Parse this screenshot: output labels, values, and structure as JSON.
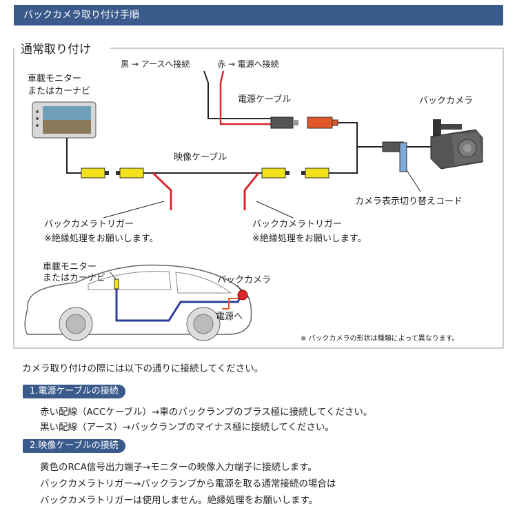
{
  "header": {
    "title": "バックカメラ取り付け手順"
  },
  "diagram": {
    "section_title": "通常取り付け",
    "monitor_label_1": "車載モニター",
    "monitor_label_2": "またはカーナビ",
    "wire_ground": "黒 → アースへ接続",
    "wire_power": "赤 → 電源へ接続",
    "power_cable": "電源ケーブル",
    "back_camera": "バックカメラ",
    "video_cable": "映像ケーブル",
    "switch_cord": "カメラ表示切り替えコード",
    "trigger_left_1": "バックカメラトリガー",
    "trigger_left_2": "※絶縁処理をお願いします。",
    "trigger_right_1": "バックカメラトリガー",
    "trigger_right_2": "※絶縁処理をお願いします。",
    "car_monitor_1": "車載モニター",
    "car_monitor_2": "またはカーナビ",
    "car_camera": "バックカメラ",
    "car_power": "電源へ",
    "note": "※ バックカメラの形状は種類によって異なります。"
  },
  "intro": "カメラ取り付けの際には以下の通りに接続してください。",
  "steps": [
    {
      "tag": "1.電源ケーブルの接続",
      "lines": [
        "赤い配線（ACCケーブル）→車のバックランプのプラス極に接続してください。",
        "黒い配線（アース）→バックランプのマイナス極に接続してください。"
      ]
    },
    {
      "tag": "2.映像ケーブルの接続",
      "lines": [
        "黄色のRCA信号出力端子→モニターの映像入力端子に接続します。",
        "バックカメラトリガー→バックランプから電源を取る通常接続の場合は",
        "バックカメラトリガーは使用しません。絶縁処理をお願いします。"
      ]
    }
  ],
  "colors": {
    "header_blue": "#3a5a8c",
    "wire_red": "#d9262b",
    "rca_yellow": "#f2e21a",
    "plug_orange": "#e0572a",
    "car_blue": "#2a3f9a"
  }
}
